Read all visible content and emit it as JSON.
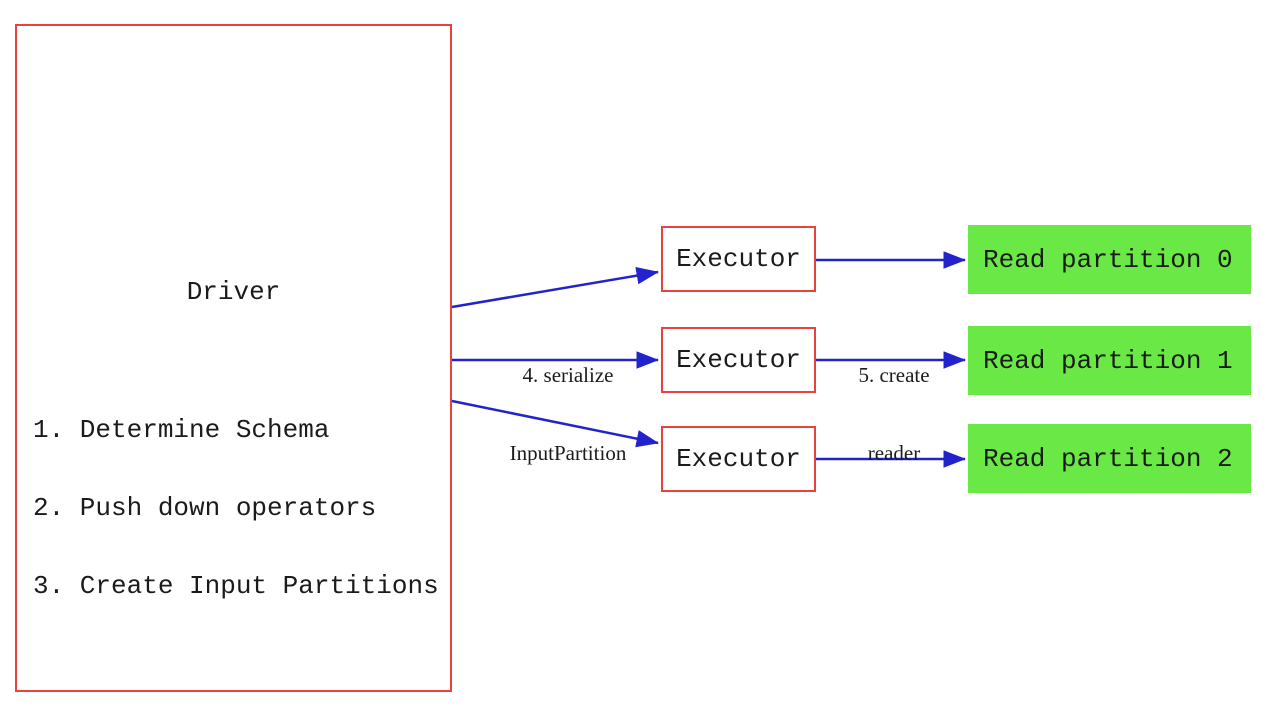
{
  "colors": {
    "red": "#e8423c",
    "blue": "#2323cb",
    "green": "#69e846",
    "text": "#1b1b1b",
    "bg": "#ffffff"
  },
  "driver": {
    "title": "Driver",
    "steps": [
      "1. Determine Schema",
      "2. Push down operators",
      "3. Create Input Partitions"
    ]
  },
  "executors": [
    {
      "label": "Executor"
    },
    {
      "label": "Executor"
    },
    {
      "label": "Executor"
    }
  ],
  "read_partitions": [
    {
      "label": "Read partition 0"
    },
    {
      "label": "Read partition 1"
    },
    {
      "label": "Read partition 2"
    }
  ],
  "arrow_labels": {
    "serialize": {
      "line1": "4. serialize",
      "line2": "InputPartition"
    },
    "create_reader": {
      "line1": "5. create",
      "line2": "reader"
    }
  }
}
